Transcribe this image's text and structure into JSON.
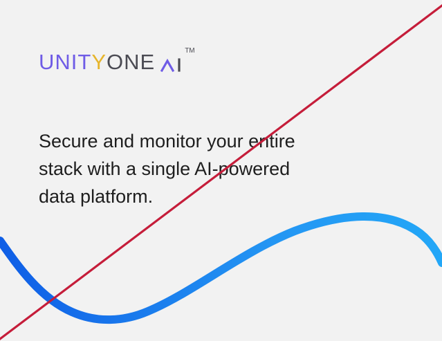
{
  "brand": {
    "unity": "UNIT",
    "y": "Y",
    "one": "ONE",
    "tm": "TM",
    "colors": {
      "purple": "#6f5ce6",
      "yellow": "#e6b52c",
      "gray": "#4b4b53"
    },
    "ai_icon": "ai-mark-icon"
  },
  "hero": {
    "headline": "Secure and monitor your entire stack with a single AI-powered data platform."
  },
  "decor": {
    "wave_color_start": "#0f5ee6",
    "wave_color_end": "#23a7f7",
    "diagonal_line_color": "#c51d3a"
  }
}
